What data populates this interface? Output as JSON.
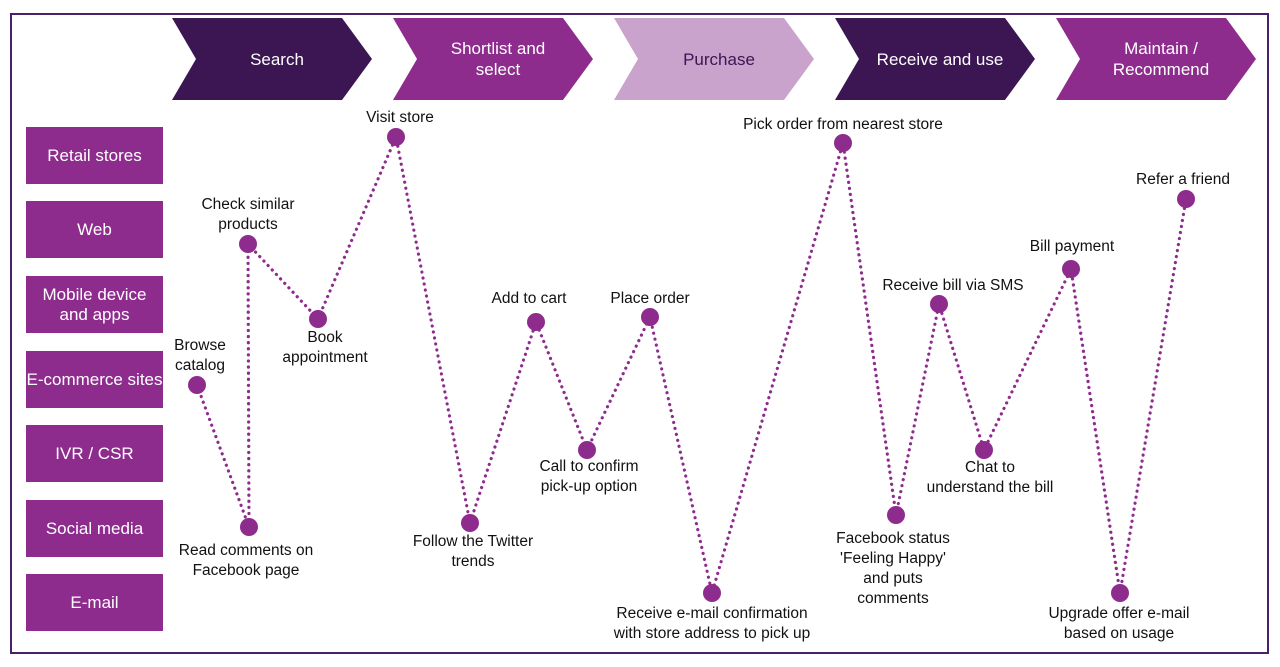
{
  "stages": [
    {
      "label": "Search",
      "color": "#3b1653",
      "text_color": "#ffffff"
    },
    {
      "label": "Shortlist and\nselect",
      "color": "#8e2c8e",
      "text_color": "#ffffff"
    },
    {
      "label": "Purchase",
      "color": "#c9a3cc",
      "text_color": "#3b1653"
    },
    {
      "label": "Receive and use",
      "color": "#3b1653",
      "text_color": "#ffffff"
    },
    {
      "label": "Maintain /\nRecommend",
      "color": "#8e2c8e",
      "text_color": "#ffffff"
    }
  ],
  "channels": [
    "Retail stores",
    "Web",
    "Mobile device\nand apps",
    "E-commerce sites",
    "IVR / CSR",
    "Social media",
    "E-mail"
  ],
  "touchpoints": [
    {
      "label": "Browse\ncatalog",
      "channel": "E-commerce sites"
    },
    {
      "label": "Read comments on\nFacebook page",
      "channel": "Social media"
    },
    {
      "label": "Check similar\nproducts",
      "channel": "Web"
    },
    {
      "label": "Book\nappointment",
      "channel": "Mobile device and apps"
    },
    {
      "label": "Visit store",
      "channel": "Retail stores"
    },
    {
      "label": "Follow the Twitter\ntrends",
      "channel": "Social media"
    },
    {
      "label": "Add to cart",
      "channel": "Mobile device and apps"
    },
    {
      "label": "Call to confirm\npick-up option",
      "channel": "IVR / CSR"
    },
    {
      "label": "Place order",
      "channel": "Mobile device and apps"
    },
    {
      "label": "Receive e-mail confirmation\nwith store address to pick up",
      "channel": "E-mail"
    },
    {
      "label": "Pick order from nearest store",
      "channel": "Retail stores"
    },
    {
      "label": "Facebook status\n'Feeling Happy'\nand puts\ncomments",
      "channel": "Social media"
    },
    {
      "label": "Receive bill via SMS",
      "channel": "Mobile device and apps"
    },
    {
      "label": "Chat to\nunderstand the bill",
      "channel": "IVR / CSR"
    },
    {
      "label": "Bill payment",
      "channel": "Mobile device and apps"
    },
    {
      "label": "Upgrade offer e-mail\nbased on usage",
      "channel": "E-mail"
    },
    {
      "label": "Refer a friend",
      "channel": "Web"
    }
  ],
  "colors": {
    "dot": "#8e2c8e",
    "line": "#8e2c8e",
    "frame": "#4a1f6b",
    "channel_box": "#8e2c8e"
  }
}
